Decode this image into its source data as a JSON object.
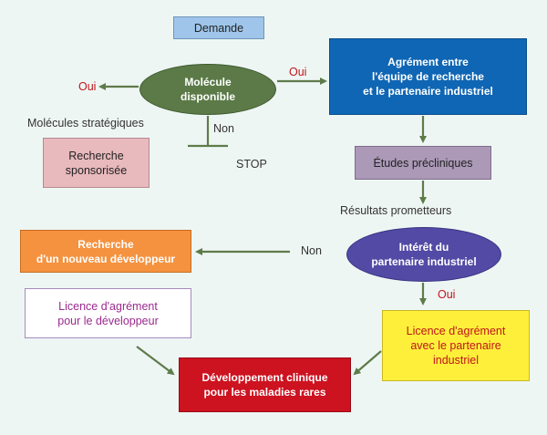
{
  "nodes": {
    "demande": "Demande",
    "molecule": "Molécule\ndisponible",
    "agrement": "Agrément entre\nl'équipe de recherche\net le partenaire industriel",
    "sponsor": "Recherche\nsponsorisée",
    "etudes": "Études précliniques",
    "interet": "Intérêt du\npartenaire industriel",
    "nouveau": "Recherche\nd'un nouveau développeur",
    "licence_dev": "Licence d'agrément\npour le développeur",
    "licence_part": "Licence d'agrément\navec le partenaire\nindustriel",
    "clinique": "Développement clinique\npour les maladies rares"
  },
  "labels": {
    "oui_left": "Oui",
    "oui_top": "Oui",
    "strategiques": "Molécules stratégiques",
    "non_1": "Non",
    "stop": "STOP",
    "resultats": "Résultats prometteurs",
    "non_2": "Non",
    "oui_bottom": "Oui"
  },
  "colors": {
    "arrow": "#5e7b4a"
  }
}
